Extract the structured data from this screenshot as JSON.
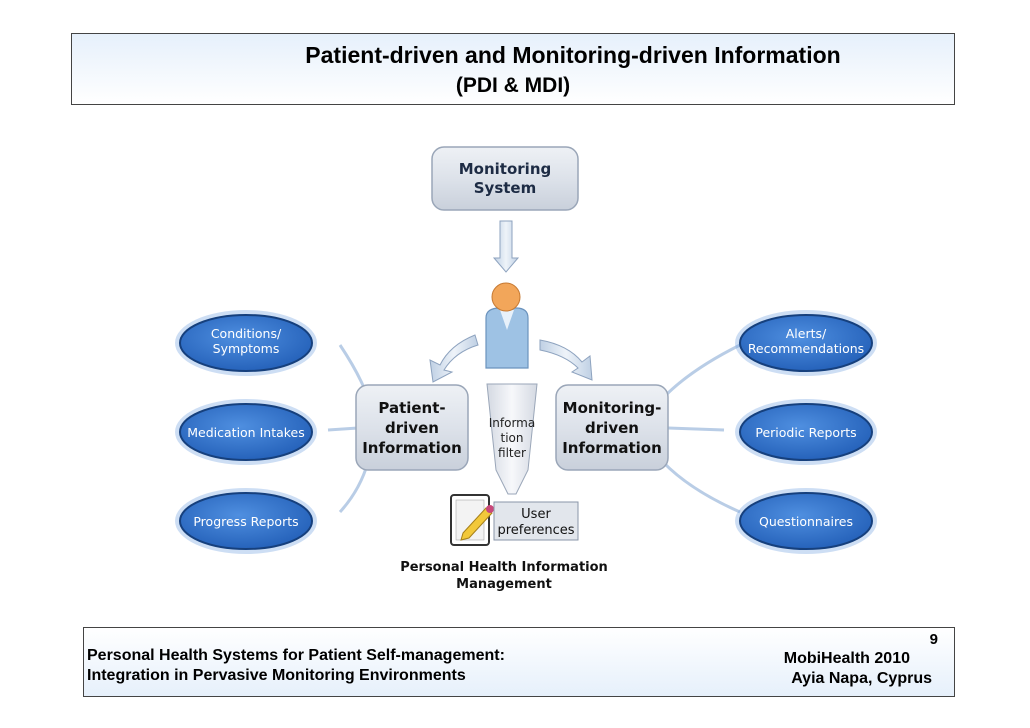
{
  "title": {
    "line1": "Patient-driven and Monitoring-driven Information",
    "line2": "(PDI & MDI)"
  },
  "diagram": {
    "monitoring_system": [
      "Monitoring",
      "System"
    ],
    "patient_driven": [
      "Patient-",
      "driven",
      "Information"
    ],
    "monitoring_driven": [
      "Monitoring-",
      "driven",
      "Information"
    ],
    "information_filter": [
      "Informa",
      "tion",
      "filter"
    ],
    "user_preferences": [
      "User",
      "preferences"
    ],
    "phim": [
      "Personal Health Information",
      "Management"
    ],
    "left_ellipses": [
      [
        "Conditions/",
        "Symptoms"
      ],
      [
        "Medication Intakes"
      ],
      [
        "Progress Reports"
      ]
    ],
    "right_ellipses": [
      [
        "Alerts/",
        "Recommendations"
      ],
      [
        "Periodic Reports"
      ],
      [
        "Questionnaires"
      ]
    ]
  },
  "footer": {
    "page_number": "9",
    "left_line1": "Personal Health Systems for Patient Self-management:",
    "left_line2": "Integration in Pervasive Monitoring Environments",
    "right_line1": "MobiHealth 2010",
    "right_line2": "Ayia Napa, Cyprus"
  },
  "colors": {
    "ellipse_fill": "#2f6fcb",
    "ellipse_border": "#16407d",
    "ray_color": "#b9cde6",
    "box_fill": "#dfe4ec",
    "header_bg": "#e6f0fb"
  }
}
